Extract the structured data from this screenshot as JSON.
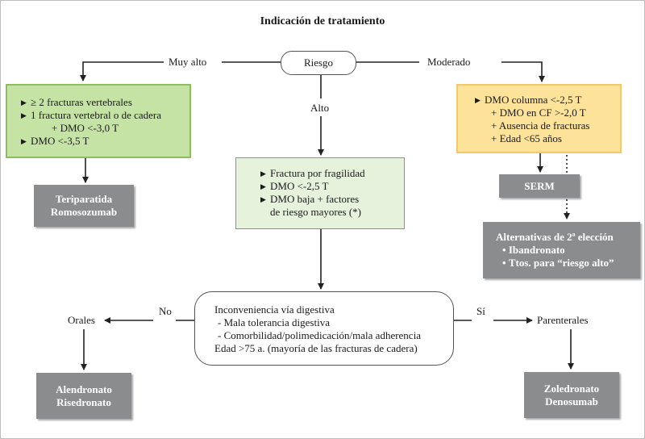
{
  "title": "Indicación de tratamiento",
  "riesgo": "Riesgo",
  "branch_labels": {
    "muy_alto": "Muy alto",
    "alto": "Alto",
    "moderado": "Moderado",
    "no": "No",
    "si": "Sí",
    "orales": "Orales",
    "parenterales": "Parenterales"
  },
  "muy_alto_box": {
    "line1": "≥ 2 fracturas vertebrales",
    "line2": "1 fractura vertebral o de cadera",
    "line3": "+ DMO <-3,0 T",
    "line4": "DMO <-3,5 T"
  },
  "alto_box": {
    "line1": "Fractura por fragilidad",
    "line2": "DMO <-2,5 T",
    "line3": "DMO baja + factores",
    "line4": "de riesgo mayores (*)"
  },
  "moderado_box": {
    "line1": "DMO columna <-2,5 T",
    "line2": "+ DMO en CF >-2,0 T",
    "line3": "+ Ausencia de fracturas",
    "line4": "+ Edad <65 años"
  },
  "teriparatida": {
    "line1": "Teriparatida",
    "line2": "Romosozumab"
  },
  "serm": "SERM",
  "alternativas": {
    "title": "Alternativas de 2ª elección",
    "item1": "Ibandronato",
    "item2": "Ttos. para “riesgo alto”"
  },
  "inconveniencia": {
    "line1": "Inconveniencia vía digestiva",
    "line2": "- Mala tolerancia digestiva",
    "line3": "- Comorbilidad/polimedicación/mala adherencia",
    "line4": "Edad >75 a. (mayoría de las fracturas de cadera)"
  },
  "alendronato": {
    "line1": "Alendronato",
    "line2": "Risedronato"
  },
  "zoledronato": {
    "line1": "Zoledronato",
    "line2": "Denosumab"
  },
  "colors": {
    "green": "#c5e3a4",
    "light_green": "#e6f2dc",
    "yellow": "#fde29a",
    "grey": "#8b8c8e"
  }
}
